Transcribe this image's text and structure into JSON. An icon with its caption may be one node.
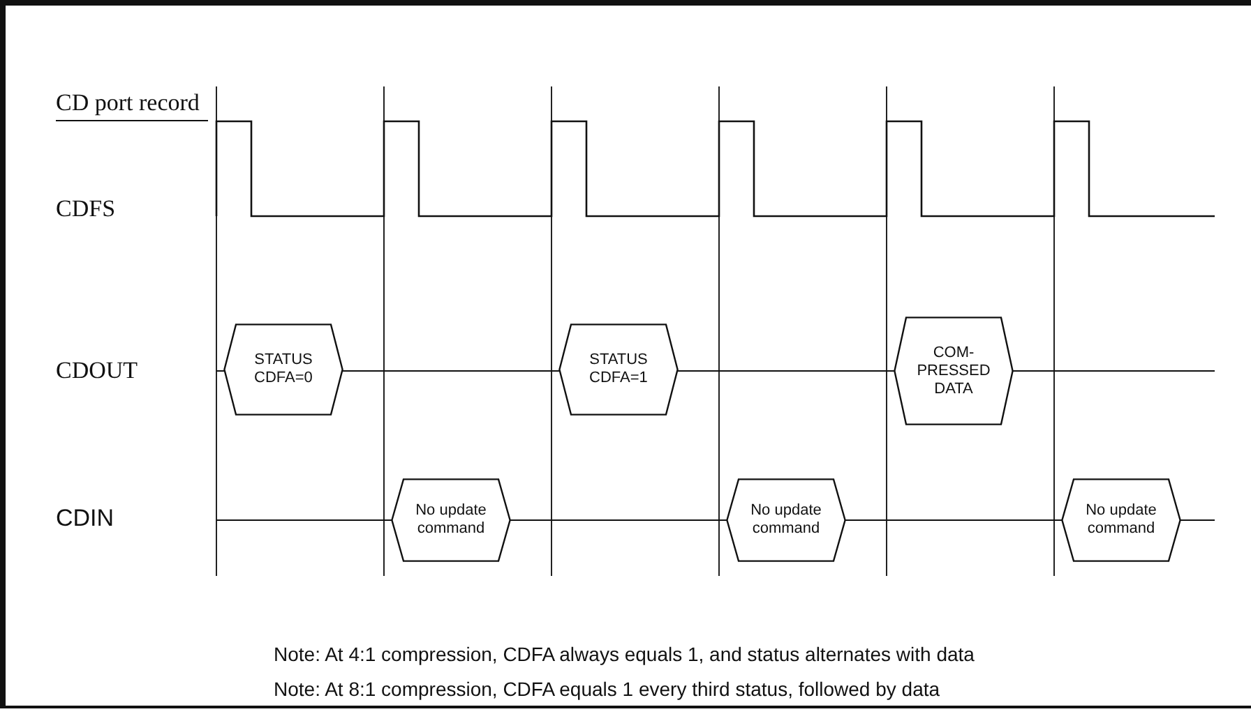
{
  "diagram": {
    "title": "CD port record",
    "nodes": [
      {
        "text": [
          "STATUS CDFA=0"
        ]
      },
      {
        "text": [
          "STATUS CDFA=1"
        ]
      },
      {
        "text": [
          "COM- PRESSED DATA"
        ]
      },
      {
        "text": [
          "No update command"
        ]
      },
      {
        "text": [
          "No update command"
        ]
      },
      {
        "text": [
          "No update command"
        ]
      }
    ],
    "labels": [
      "CDFS",
      "CDOUT",
      "CDIN",
      "Note: At 4:1 compression, CDFA always equals 1, and status alternates with data",
      "Note: At 8:1 compression, CDFA equals 1 every third status, followed by data"
    ]
  }
}
